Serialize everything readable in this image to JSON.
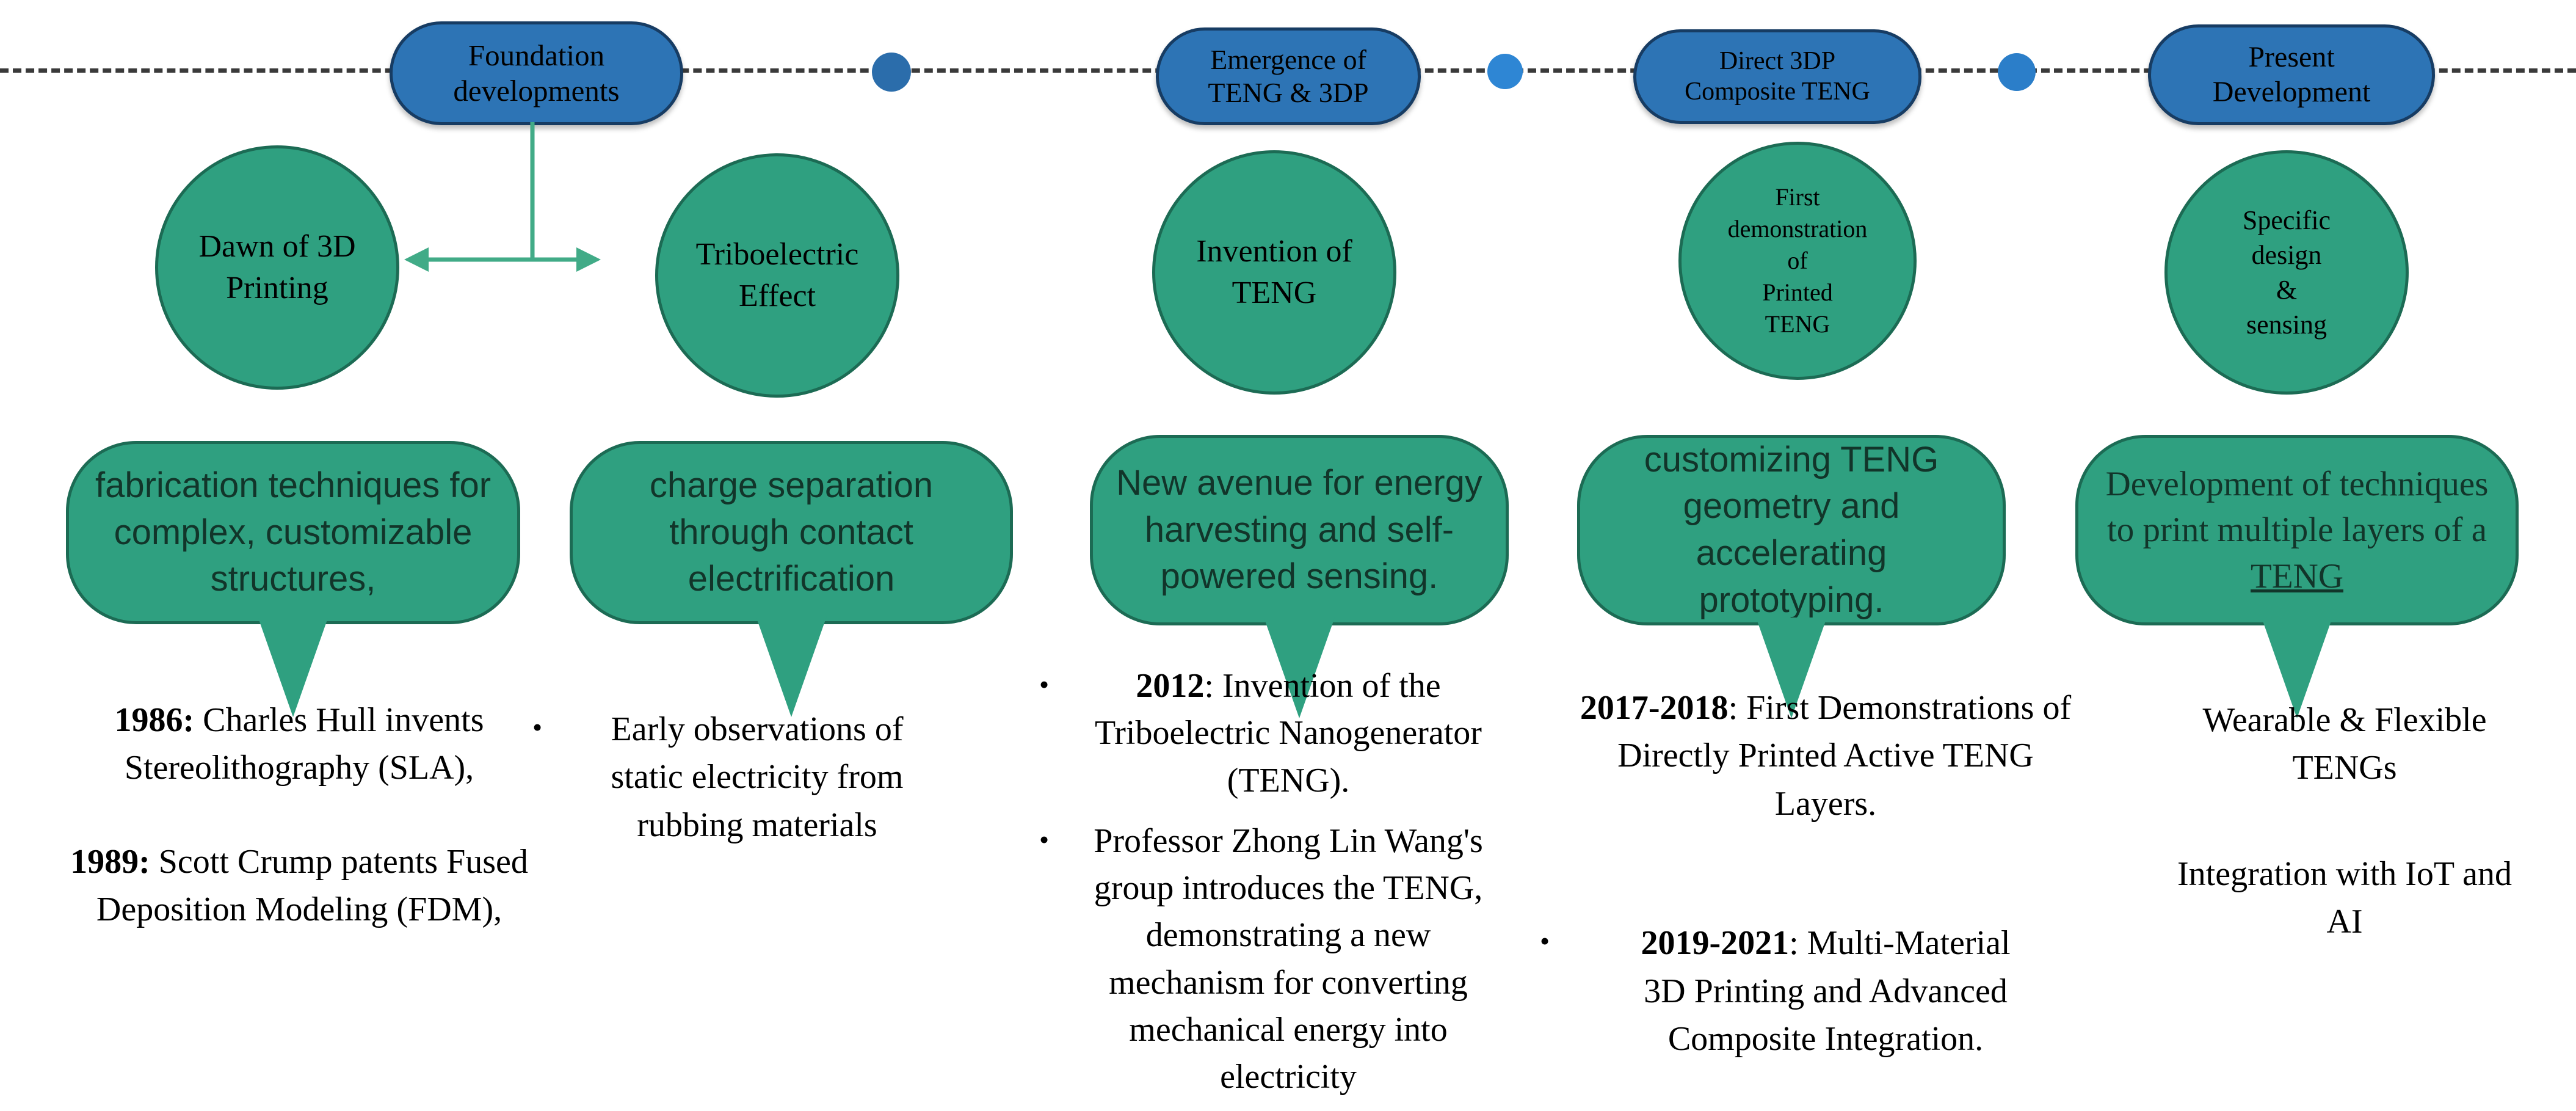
{
  "colors": {
    "pill_fill": "#2d74b5",
    "pill_stroke": "#173c63",
    "dot1": "#2b6dab",
    "dot2": "#2e86d4",
    "dot3": "#2b7ec9",
    "circle_fill": "#2fa080",
    "circle_stroke": "#1c6b54",
    "bubble_fill": "#2fa080",
    "bubble_stroke": "#1c6b54",
    "bubble_text": "#12352a",
    "arrow_green": "#41ab87",
    "timeline_dash": "#3a3a3a"
  },
  "timeline": {
    "stages": [
      {
        "label": "Foundation\ndevelopments"
      },
      {
        "label": "Emergence of\nTENG & 3DP"
      },
      {
        "label": "Direct 3DP\nComposite TENG"
      },
      {
        "label": "Present\nDevelopment"
      }
    ]
  },
  "columns": [
    {
      "circle": "Dawn of 3D\nPrinting",
      "bubble": "fabrication techniques for\ncomplex, customizable\nstructures,",
      "notes": [
        {
          "bullet": "",
          "lead": "1986:",
          "rest": " Charles Hull invents\nStereolithography (SLA),"
        },
        {
          "bullet": "",
          "lead": "1989:",
          "rest": " Scott Crump patents Fused\nDeposition Modeling (FDM),"
        }
      ]
    },
    {
      "circle": "Triboelectric\nEffect",
      "bubble": "charge separation\nthrough contact\nelectrification",
      "notes": [
        {
          "bullet": "•",
          "lead": "",
          "rest": "Early observations of\nstatic electricity from\nrubbing materials"
        }
      ]
    },
    {
      "circle": "Invention of\nTENG",
      "bubble": "New avenue for energy\nharvesting and self-\npowered sensing.",
      "notes": [
        {
          "bullet": "•",
          "lead": "2012",
          "rest": ": Invention of the\nTriboelectric Nanogenerator\n(TENG)."
        },
        {
          "bullet": "•",
          "lead": "",
          "rest": "Professor Zhong Lin Wang's\ngroup introduces the TENG,\ndemonstrating a new\nmechanism for converting\nmechanical energy into\nelectricity"
        }
      ]
    },
    {
      "circle": "First\ndemonstration\nof\nPrinted\nTENG",
      "bubble": "customizing TENG\ngeometry and accelerating\nprototyping.",
      "notes": [
        {
          "bullet": "",
          "lead": "2017-2018",
          "rest": ": First Demonstrations of\nDirectly Printed Active TENG\nLayers."
        },
        {
          "bullet": "•",
          "lead": "2019-2021",
          "rest": ": Multi-Material\n3D Printing and Advanced\nComposite Integration."
        }
      ]
    },
    {
      "circle": "Specific\ndesign\n&\nsensing",
      "bubble": "Development of techniques\nto print multiple layers of a",
      "bubble_underline": "TENG",
      "notes": [
        {
          "bullet": "",
          "lead": "",
          "rest": "Wearable & Flexible\nTENGs"
        },
        {
          "bullet": "",
          "lead": "",
          "rest": "Integration with IoT and\nAI"
        }
      ]
    }
  ]
}
